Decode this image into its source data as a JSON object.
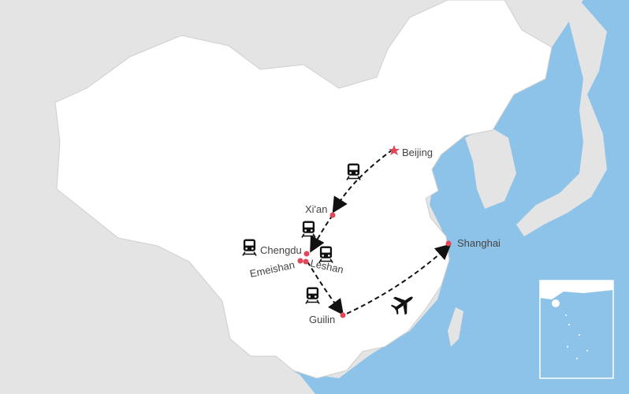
{
  "map": {
    "colors": {
      "ocean": "#8ec3e9",
      "china": "#ffffff",
      "other_land": "#e4e4e4",
      "city_dot": "#e0485a",
      "route": "#111111"
    },
    "cities": [
      {
        "name": "Beijing",
        "marker": "star-icon"
      },
      {
        "name": "Xi'an",
        "marker": "dot"
      },
      {
        "name": "Chengdu",
        "marker": "dot"
      },
      {
        "name": "Emeishan",
        "marker": "dot"
      },
      {
        "name": "Leshan",
        "marker": "dot"
      },
      {
        "name": "Guilin",
        "marker": "dot"
      },
      {
        "name": "Shanghai",
        "marker": "dot"
      }
    ],
    "routes": [
      {
        "from": "Beijing",
        "to": "Xi'an",
        "mode": "train-icon"
      },
      {
        "from": "Xi'an",
        "to": "Chengdu",
        "mode": "train-icon"
      },
      {
        "from": "Chengdu",
        "to": "Emeishan/Leshan",
        "mode": "train-icon"
      },
      {
        "from": "Leshan",
        "to": "Guilin",
        "mode": "train-icon"
      },
      {
        "from": "Guilin",
        "to": "Shanghai",
        "mode": "airplane-icon"
      }
    ],
    "inset": "south-china-sea-inset"
  }
}
